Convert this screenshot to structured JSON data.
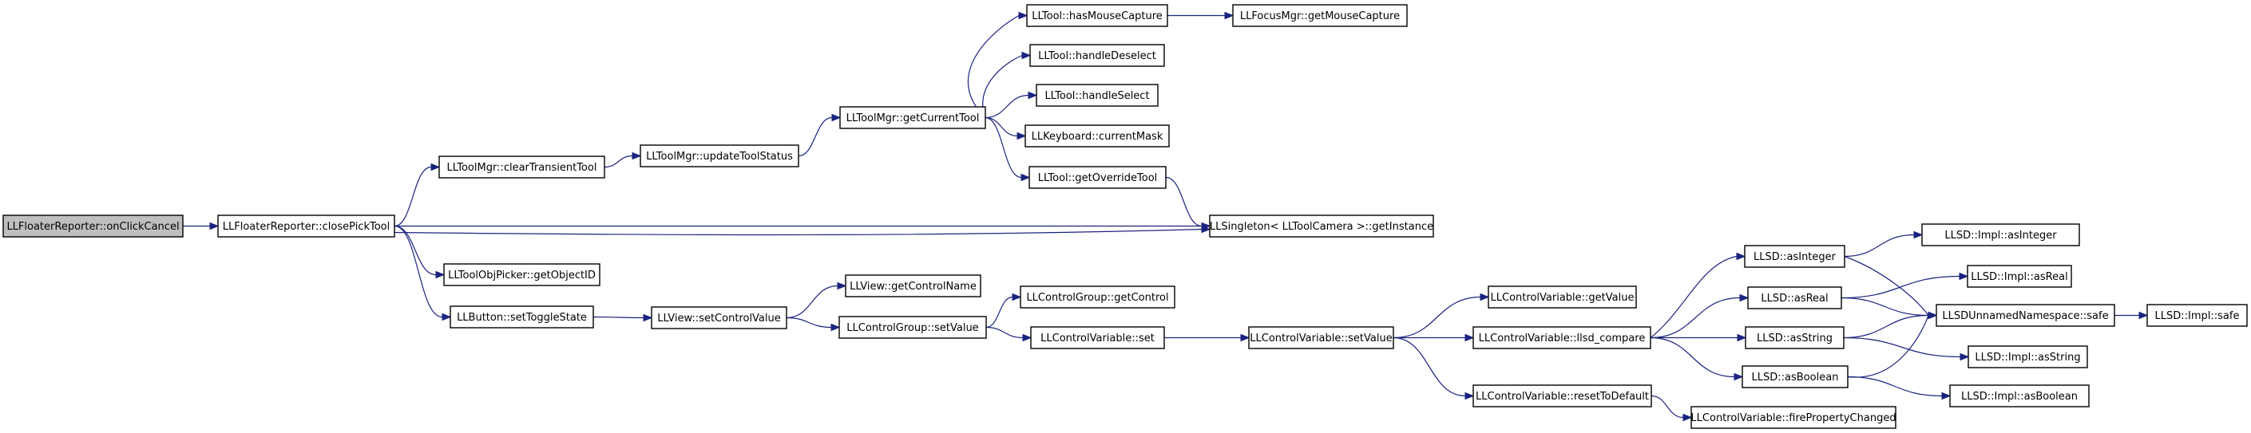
{
  "nodes": [
    {
      "id": "n0",
      "label": "LLFloaterReporter::onClickCancel",
      "root": true
    },
    {
      "id": "n1",
      "label": "LLFloaterReporter::closePickTool"
    },
    {
      "id": "n2",
      "label": "LLToolMgr::clearTransientTool"
    },
    {
      "id": "n3",
      "label": "LLToolMgr::updateToolStatus"
    },
    {
      "id": "n4",
      "label": "LLToolMgr::getCurrentTool"
    },
    {
      "id": "n5",
      "label": "LLTool::hasMouseCapture"
    },
    {
      "id": "n6",
      "label": "LLFocusMgr::getMouseCapture"
    },
    {
      "id": "n7",
      "label": "LLTool::handleDeselect"
    },
    {
      "id": "n8",
      "label": "LLTool::handleSelect"
    },
    {
      "id": "n9",
      "label": "LLKeyboard::currentMask"
    },
    {
      "id": "n10",
      "label": "LLTool::getOverrideTool"
    },
    {
      "id": "n11",
      "label": "LLSingleton< LLToolCamera >::getInstance"
    },
    {
      "id": "n12",
      "label": "LLToolObjPicker::getObjectID"
    },
    {
      "id": "n13",
      "label": "LLButton::setToggleState"
    },
    {
      "id": "n14",
      "label": "LLView::setControlValue"
    },
    {
      "id": "n15",
      "label": "LLView::getControlName"
    },
    {
      "id": "n16",
      "label": "LLControlGroup::setValue"
    },
    {
      "id": "n17",
      "label": "LLControlGroup::getControl"
    },
    {
      "id": "n18",
      "label": "LLControlVariable::set"
    },
    {
      "id": "n19",
      "label": "LLControlVariable::setValue"
    },
    {
      "id": "n20",
      "label": "LLControlVariable::getValue"
    },
    {
      "id": "n21",
      "label": "LLControlVariable::llsd_compare"
    },
    {
      "id": "n22",
      "label": "LLControlVariable::resetToDefault"
    },
    {
      "id": "n23",
      "label": "LLControlVariable::firePropertyChanged"
    },
    {
      "id": "n24",
      "label": "LLSD::asInteger"
    },
    {
      "id": "n25",
      "label": "LLSD::asReal"
    },
    {
      "id": "n26",
      "label": "LLSD::asString"
    },
    {
      "id": "n27",
      "label": "LLSD::asBoolean"
    },
    {
      "id": "n28",
      "label": "LLSD::Impl::asInteger"
    },
    {
      "id": "n29",
      "label": "LLSD::Impl::asReal"
    },
    {
      "id": "n30",
      "label": "LLSDUnnamedNamespace::safe"
    },
    {
      "id": "n31",
      "label": "LLSD::Impl::asString"
    },
    {
      "id": "n32",
      "label": "LLSD::Impl::asBoolean"
    },
    {
      "id": "n33",
      "label": "LLSD::Impl::safe"
    }
  ],
  "edges": [
    [
      "n0",
      "n1"
    ],
    [
      "n1",
      "n2"
    ],
    [
      "n1",
      "n11"
    ],
    [
      "n1",
      "n11"
    ],
    [
      "n1",
      "n12"
    ],
    [
      "n1",
      "n13"
    ],
    [
      "n2",
      "n3"
    ],
    [
      "n3",
      "n4"
    ],
    [
      "n4",
      "n5"
    ],
    [
      "n4",
      "n7"
    ],
    [
      "n4",
      "n8"
    ],
    [
      "n4",
      "n9"
    ],
    [
      "n4",
      "n10"
    ],
    [
      "n5",
      "n6"
    ],
    [
      "n10",
      "n11"
    ],
    [
      "n13",
      "n14"
    ],
    [
      "n14",
      "n15"
    ],
    [
      "n14",
      "n16"
    ],
    [
      "n16",
      "n17"
    ],
    [
      "n16",
      "n18"
    ],
    [
      "n18",
      "n19"
    ],
    [
      "n19",
      "n20"
    ],
    [
      "n19",
      "n21"
    ],
    [
      "n19",
      "n22"
    ],
    [
      "n22",
      "n23"
    ],
    [
      "n21",
      "n24"
    ],
    [
      "n21",
      "n25"
    ],
    [
      "n21",
      "n26"
    ],
    [
      "n21",
      "n27"
    ],
    [
      "n24",
      "n28"
    ],
    [
      "n24",
      "n30"
    ],
    [
      "n25",
      "n29"
    ],
    [
      "n25",
      "n30"
    ],
    [
      "n26",
      "n30"
    ],
    [
      "n26",
      "n31"
    ],
    [
      "n27",
      "n30"
    ],
    [
      "n27",
      "n32"
    ],
    [
      "n30",
      "n33"
    ]
  ],
  "colors": {
    "edge": "#1a237e",
    "root_fill": "#bfbfbf",
    "node_fill": "#ffffff",
    "border": "#000000"
  }
}
